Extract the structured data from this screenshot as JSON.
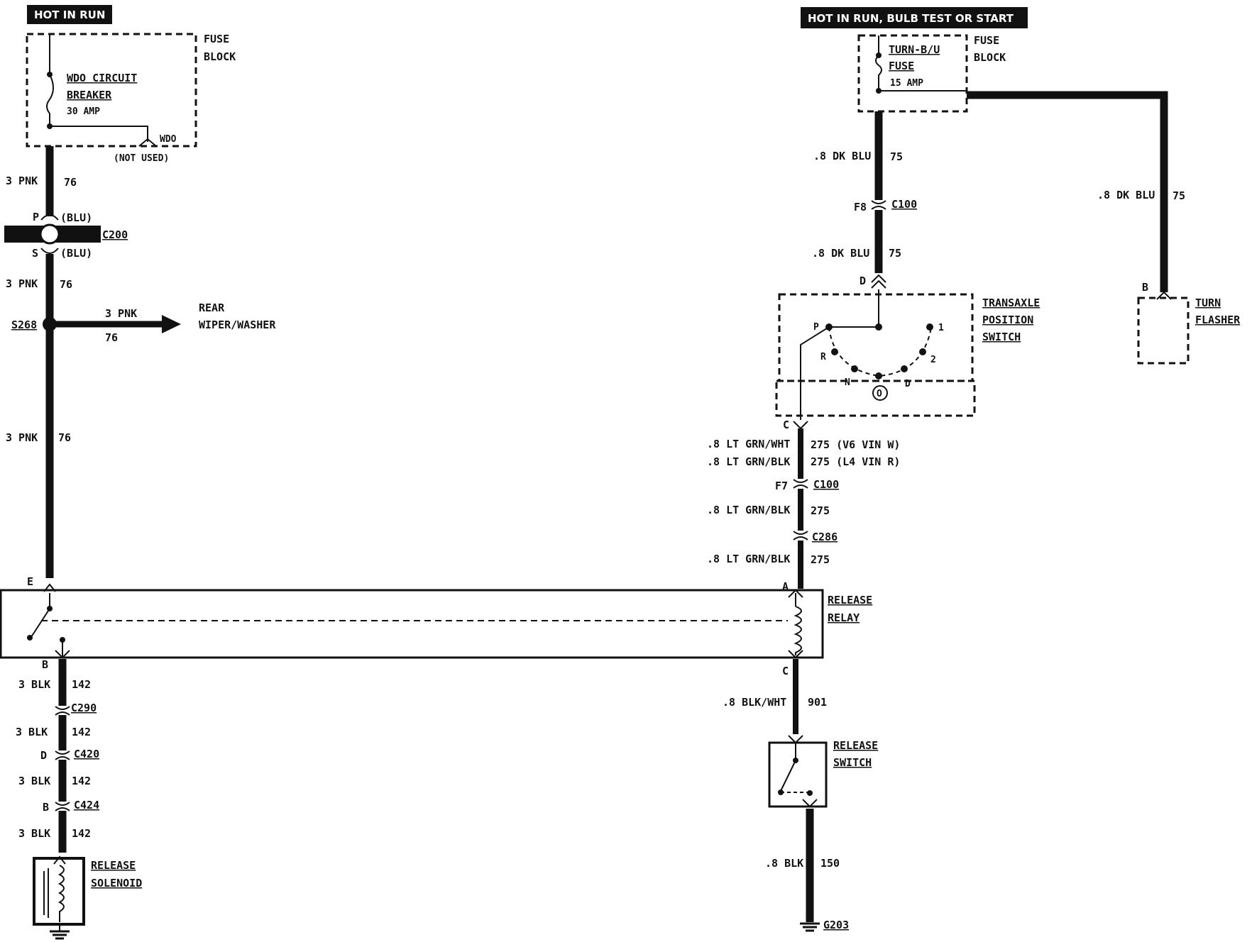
{
  "colors": {
    "ink": "#111111",
    "paper": "#ffffff"
  },
  "left": {
    "banner": "HOT IN RUN",
    "fuse_block": [
      "FUSE",
      "BLOCK"
    ],
    "breaker": [
      "WDO CIRCUIT",
      "BREAKER"
    ],
    "breaker_amp": "30 AMP",
    "wdo": "WDO",
    "not_used": "(NOT USED)",
    "w1_gauge": "3 PNK",
    "w1_circuit": "76",
    "c200_pin_p": "P",
    "c200_color_p": "(BLU)",
    "c200": "C200",
    "c200_pin_s": "S",
    "c200_color_s": "(BLU)",
    "w2_gauge": "3 PNK",
    "w2_circuit": "76",
    "splice": "S268",
    "branch_gauge": "3 PNK",
    "branch_circuit": "76",
    "branch_dest": [
      "REAR",
      "WIPER/WASHER"
    ],
    "w3_gauge": "3 PNK",
    "w3_circuit": "76",
    "relay_pin_e": "E",
    "relay_pin_b": "B",
    "w4_gauge": "3 BLK",
    "w4_circuit": "142",
    "c290": "C290",
    "w5_gauge": "3 BLK",
    "w5_circuit": "142",
    "c420_pin": "D",
    "c420": "C420",
    "w6_gauge": "3 BLK",
    "w6_circuit": "142",
    "c424_pin": "B",
    "c424": "C424",
    "w7_gauge": "3 BLK",
    "w7_circuit": "142",
    "solenoid": [
      "RELEASE",
      "SOLENOID"
    ]
  },
  "right": {
    "banner": "HOT IN RUN, BULB TEST OR START",
    "fuse_name": [
      "TURN-B/U",
      "FUSE"
    ],
    "fuse_amp": "15 AMP",
    "fuse_block": [
      "FUSE",
      "BLOCK"
    ],
    "w1_gauge": ".8 DK BLU",
    "w1_circuit": "75",
    "c100a_pin": "F8",
    "c100a": "C100",
    "w2_gauge": ".8 DK BLU",
    "w2_circuit": "75",
    "tps_pin_d": "D",
    "tps": [
      "TRANSAXLE",
      "POSITION",
      "SWITCH"
    ],
    "tps_positions": {
      "p": "P",
      "r": "R",
      "n": "N",
      "o": "O",
      "d": "D",
      "two": "2",
      "one": "1"
    },
    "tps_pin_c": "C",
    "w3_gauge": ".8 LT GRN/WHT",
    "w3_circuit": "275 (V6 VIN W)",
    "w3b_gauge": ".8 LT GRN/BLK",
    "w3b_circuit": "275 (L4 VIN R)",
    "c100b_pin": "F7",
    "c100b": "C100",
    "w4_gauge": ".8 LT GRN/BLK",
    "w4_circuit": "275",
    "c286": "C286",
    "w5_gauge": ".8 LT GRN/BLK",
    "w5_circuit": "275",
    "relay_pin_a": "A",
    "relay": [
      "RELEASE",
      "RELAY"
    ],
    "relay_pin_c": "C",
    "w6_gauge": ".8 BLK/WHT",
    "w6_circuit": "901",
    "switch": [
      "RELEASE",
      "SWITCH"
    ],
    "w7_gauge": ".8 BLK",
    "w7_circuit": "150",
    "ground": "G203",
    "flasher_gauge": ".8 DK BLU",
    "flasher_circuit": "75",
    "flasher_pin": "B",
    "flasher": [
      "TURN",
      "FLASHER"
    ]
  }
}
